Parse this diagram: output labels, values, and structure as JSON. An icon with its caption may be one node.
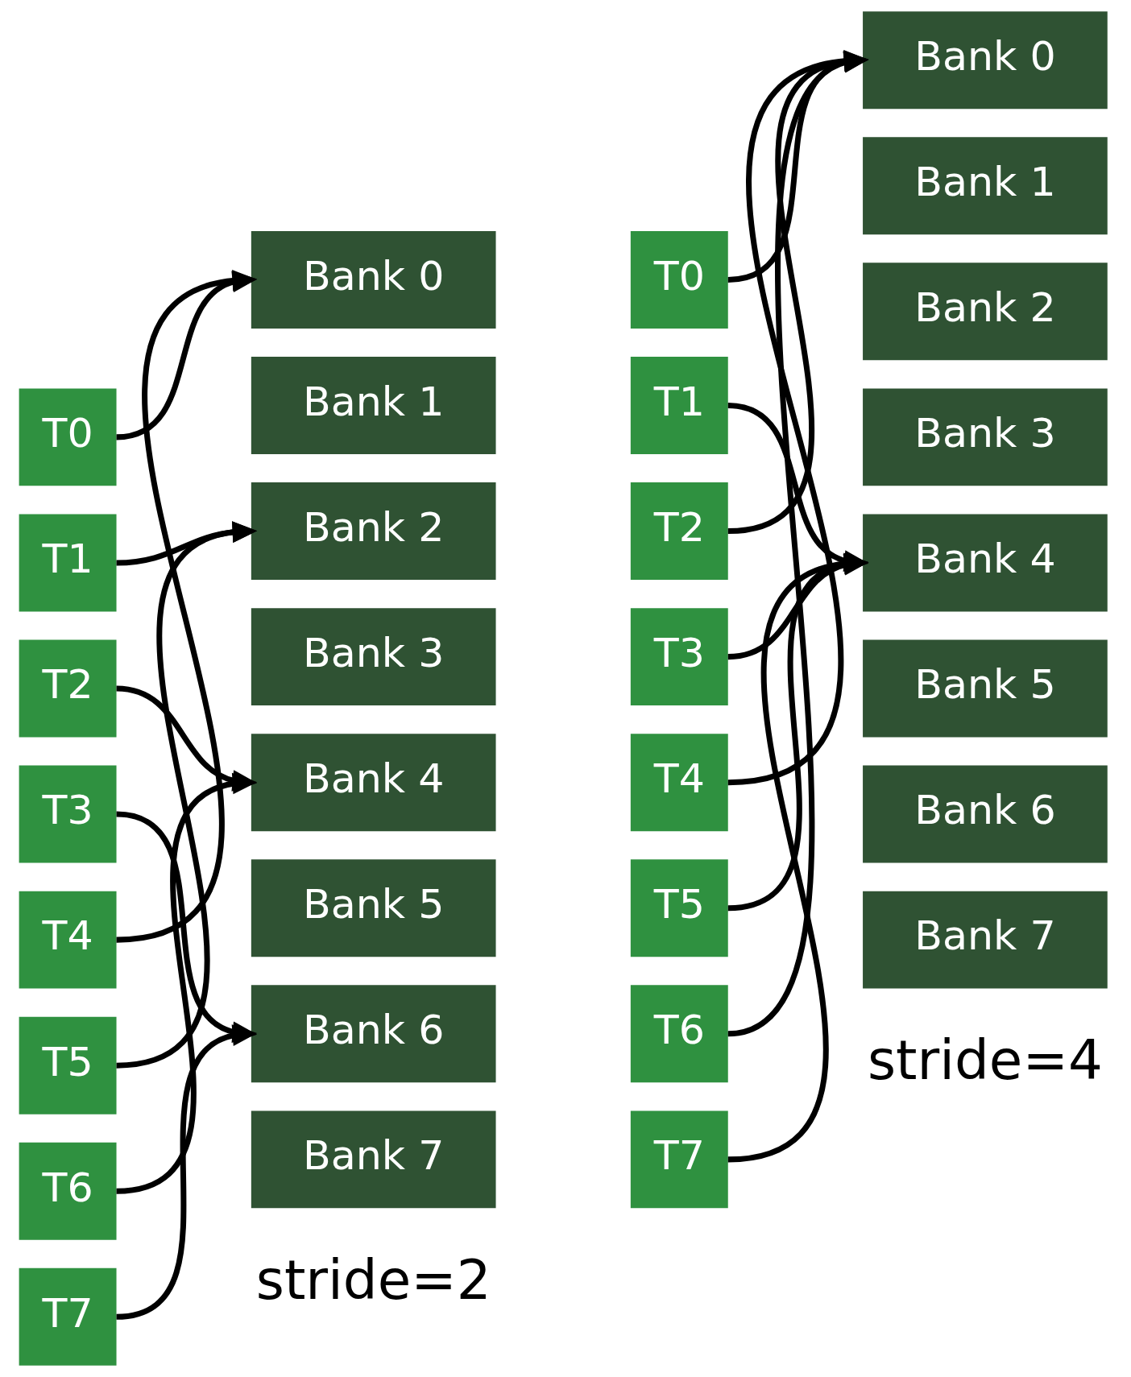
{
  "diagram": {
    "nodes": [
      {
        "text": [
          "T0"
        ]
      },
      {
        "text": [
          "T1"
        ]
      },
      {
        "text": [
          "T2"
        ]
      },
      {
        "text": [
          "T3"
        ]
      },
      {
        "text": [
          "T4"
        ]
      },
      {
        "text": [
          "T5"
        ]
      },
      {
        "text": [
          "T6"
        ]
      },
      {
        "text": [
          "T7"
        ]
      },
      {
        "text": [
          "Bank 0"
        ]
      },
      {
        "text": [
          "Bank 1"
        ]
      },
      {
        "text": [
          "Bank 2"
        ]
      },
      {
        "text": [
          "Bank 3"
        ]
      },
      {
        "text": [
          "Bank 4"
        ]
      },
      {
        "text": [
          "Bank 5"
        ]
      },
      {
        "text": [
          "Bank 6"
        ]
      },
      {
        "text": [
          "Bank 7"
        ]
      },
      {
        "text": [
          "T0"
        ]
      },
      {
        "text": [
          "T1"
        ]
      },
      {
        "text": [
          "T2"
        ]
      },
      {
        "text": [
          "T3"
        ]
      },
      {
        "text": [
          "T4"
        ]
      },
      {
        "text": [
          "T5"
        ]
      },
      {
        "text": [
          "T6"
        ]
      },
      {
        "text": [
          "T7"
        ]
      },
      {
        "text": [
          "Bank 0"
        ]
      },
      {
        "text": [
          "Bank 1"
        ]
      },
      {
        "text": [
          "Bank 2"
        ]
      },
      {
        "text": [
          "Bank 3"
        ]
      },
      {
        "text": [
          "Bank 4"
        ]
      },
      {
        "text": [
          "Bank 5"
        ]
      },
      {
        "text": [
          "Bank 6"
        ]
      },
      {
        "text": [
          "Bank 7"
        ]
      }
    ],
    "edges": [
      {
        "from": 0,
        "to": 8,
        "arrow": "to"
      },
      {
        "from": 1,
        "to": 10,
        "arrow": "to"
      },
      {
        "from": 2,
        "to": 12,
        "arrow": "to"
      },
      {
        "from": 3,
        "to": 14,
        "arrow": "to"
      },
      {
        "from": 4,
        "to": 8,
        "arrow": "to"
      },
      {
        "from": 5,
        "to": 10,
        "arrow": "to"
      },
      {
        "from": 6,
        "to": 12,
        "arrow": "to"
      },
      {
        "from": 7,
        "to": 14,
        "arrow": "to"
      },
      {
        "from": 16,
        "to": 24,
        "arrow": "to"
      },
      {
        "from": 17,
        "to": 28,
        "arrow": "to"
      },
      {
        "from": 18,
        "to": 24,
        "arrow": "to"
      },
      {
        "from": 19,
        "to": 28,
        "arrow": "to"
      },
      {
        "from": 20,
        "to": 24,
        "arrow": "to"
      },
      {
        "from": 21,
        "to": 28,
        "arrow": "to"
      },
      {
        "from": 22,
        "to": 24,
        "arrow": "to"
      },
      {
        "from": 23,
        "to": 28,
        "arrow": "to"
      }
    ],
    "labels": [
      "stride=2",
      "stride=4"
    ]
  }
}
